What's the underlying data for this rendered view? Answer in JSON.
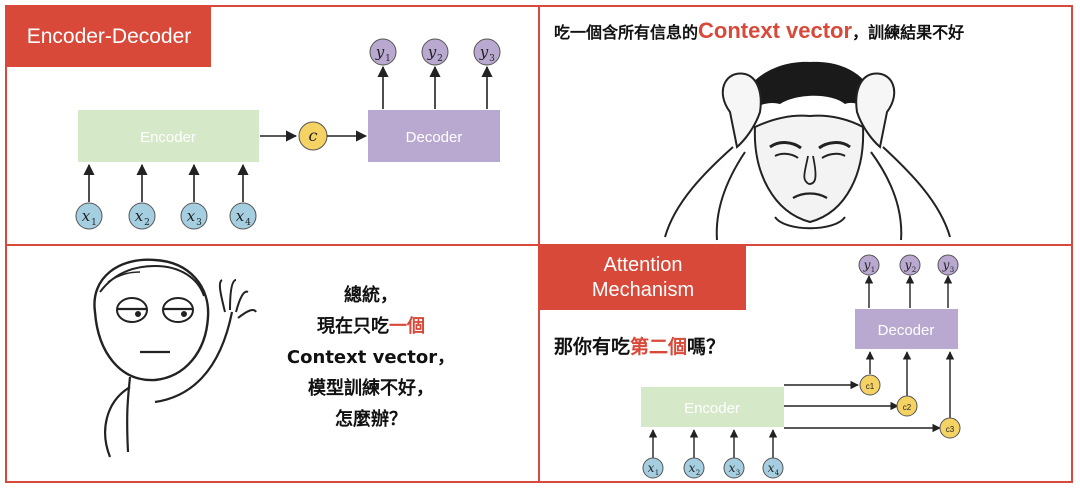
{
  "panel_top_left": {
    "tag": "Encoder-Decoder",
    "encoder_label": "Encoder",
    "decoder_label": "Decoder",
    "context_label": "c",
    "inputs": [
      {
        "base": "x",
        "sub": "1"
      },
      {
        "base": "x",
        "sub": "2"
      },
      {
        "base": "x",
        "sub": "3"
      },
      {
        "base": "x",
        "sub": "4"
      }
    ],
    "outputs": [
      {
        "base": "y",
        "sub": "1"
      },
      {
        "base": "y",
        "sub": "2"
      },
      {
        "base": "y",
        "sub": "3"
      }
    ]
  },
  "panel_top_right": {
    "caption_before": "吃一個含所有信息的",
    "caption_highlight": "Context vector",
    "caption_after": "，訓練結果不好"
  },
  "panel_bottom_left": {
    "lines": [
      {
        "text": "總統，"
      },
      {
        "text": "現在只吃",
        "highlight": "一個"
      },
      {
        "text": "Context vector，"
      },
      {
        "text": "模型訓練不好，"
      },
      {
        "text": "怎麼辦？"
      }
    ]
  },
  "panel_bottom_right": {
    "tag_line1": "Attention",
    "tag_line2": "Mechanism",
    "question_before": "那你有吃",
    "question_highlight": "第二個",
    "question_after": "嗎？",
    "encoder_label": "Encoder",
    "decoder_label": "Decoder",
    "contexts": [
      "c1",
      "c2",
      "c3"
    ],
    "inputs": [
      {
        "base": "x",
        "sub": "1"
      },
      {
        "base": "x",
        "sub": "2"
      },
      {
        "base": "x",
        "sub": "3"
      },
      {
        "base": "x",
        "sub": "4"
      }
    ],
    "outputs": [
      {
        "base": "y",
        "sub": "1"
      },
      {
        "base": "y",
        "sub": "2"
      },
      {
        "base": "y",
        "sub": "3"
      }
    ]
  },
  "colors": {
    "accent": "#d8493a",
    "encoder_fill": "#d5e8c8",
    "decoder_fill": "#b9a9d1",
    "input_node": "#a5cfe0",
    "output_node": "#b9a9d1",
    "context_node": "#f5d264"
  }
}
